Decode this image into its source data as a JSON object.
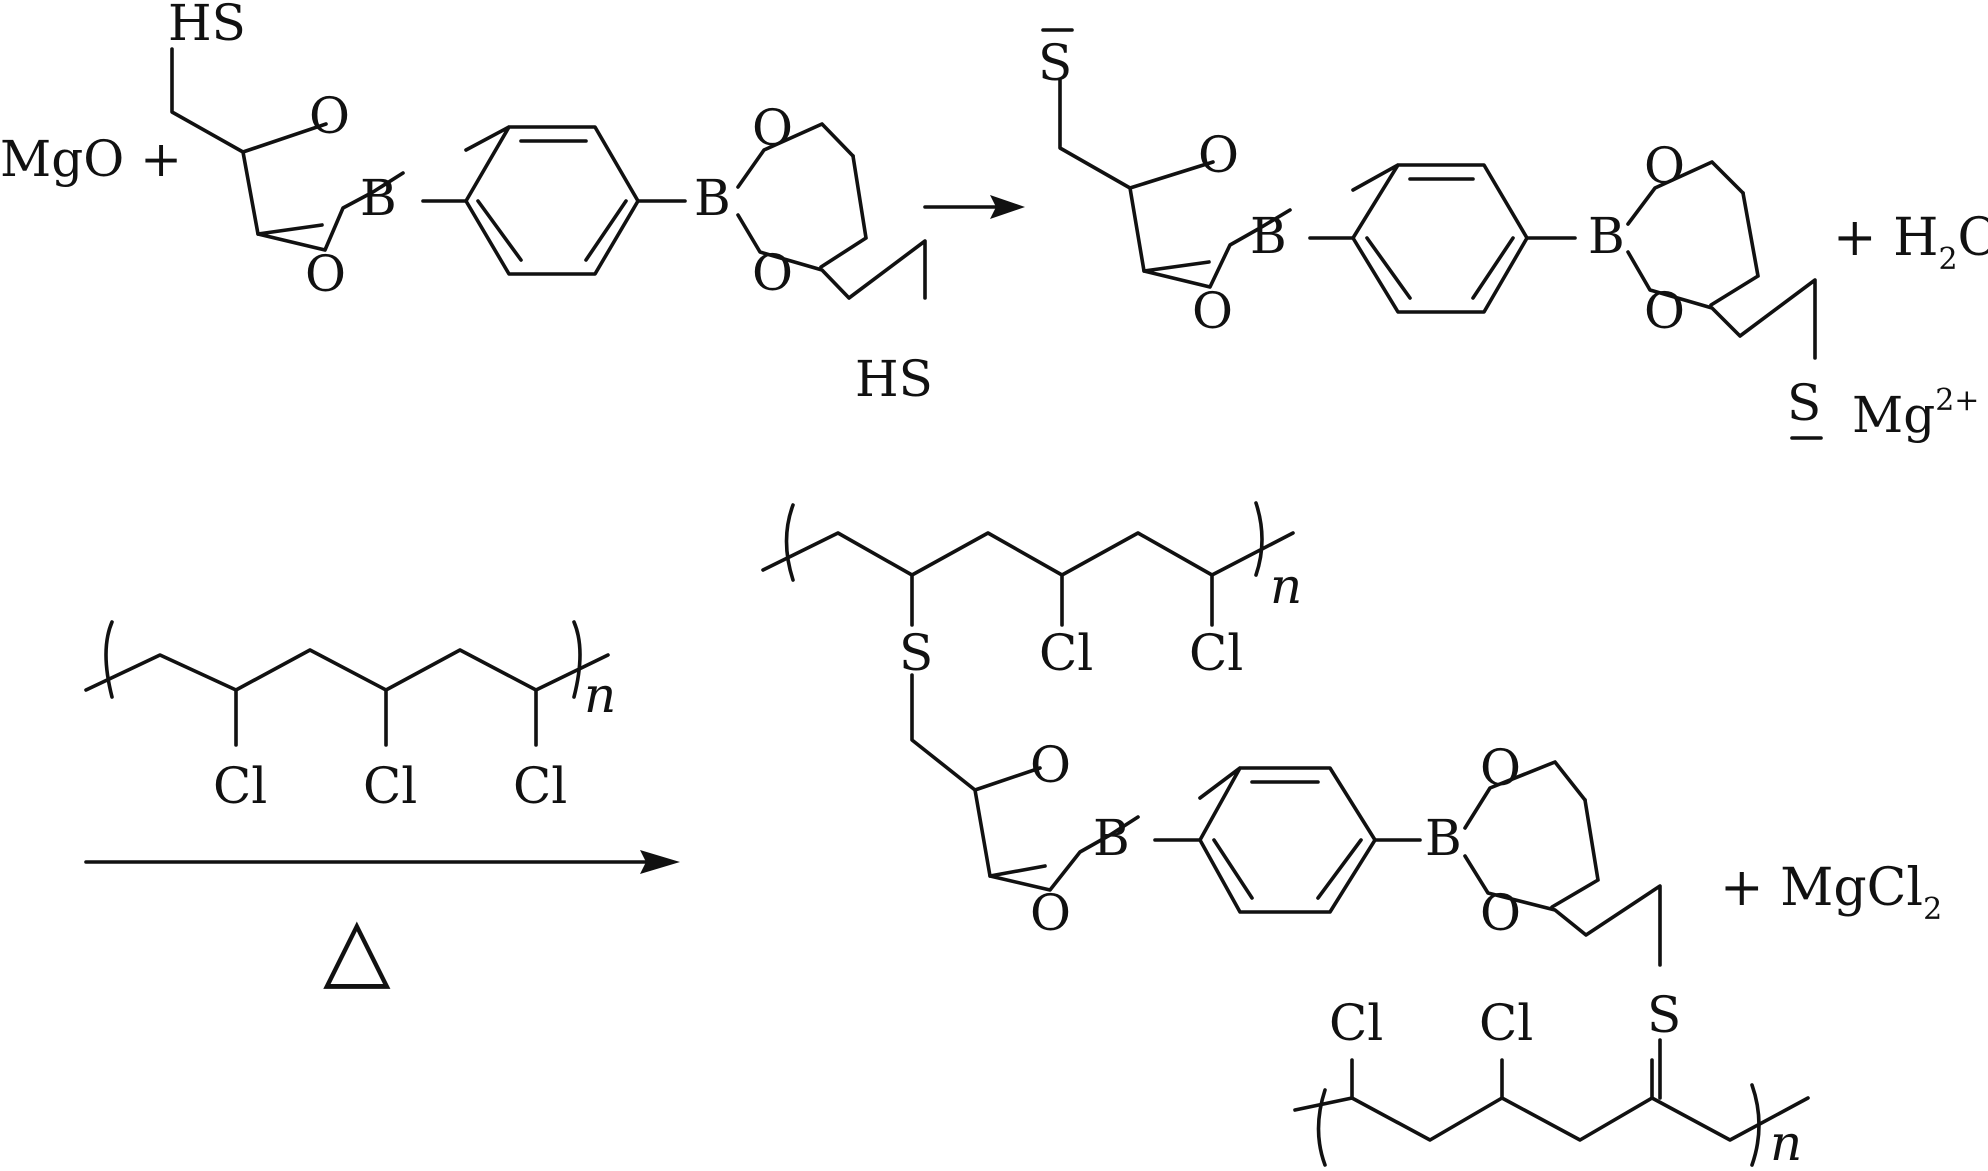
{
  "reaction1": {
    "reactant_prefix": "MgO +",
    "reactant_thiol_top": "HS",
    "reactant_thiol_bottom": "HS",
    "oxygen": "O",
    "boron": "B",
    "product_thiolate_top": "S",
    "product_thiolate_bottom": "S",
    "counter_ion": "Mg",
    "counter_ion_charge": "2+",
    "byproduct_plus": "+ H",
    "byproduct_sub": "2",
    "byproduct_tail": "O"
  },
  "reaction2": {
    "pvc_substituent": "Cl",
    "thioether": "S",
    "repeat_index": "n",
    "condition_symbol": "△",
    "byproduct_plus": "+ MgCl",
    "byproduct_sub": "2"
  }
}
